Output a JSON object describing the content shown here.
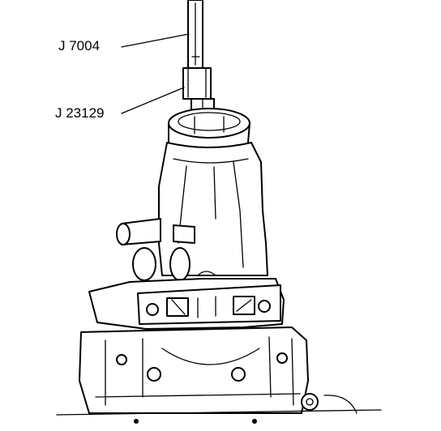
{
  "diagram": {
    "callouts": [
      {
        "id": "tool-1",
        "label": "J 7004"
      },
      {
        "id": "tool-2",
        "label": "J 23129"
      }
    ]
  }
}
